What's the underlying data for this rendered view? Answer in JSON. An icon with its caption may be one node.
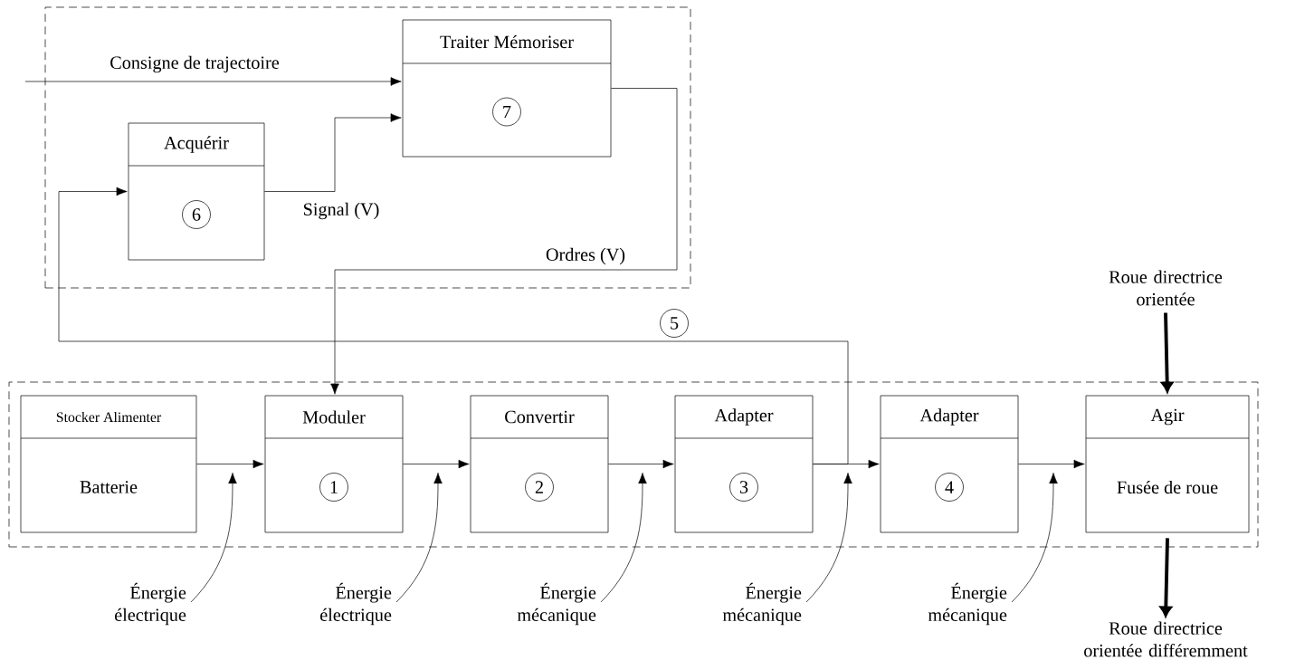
{
  "diagram": {
    "nodes": [
      {
        "text": [],
        "shape": "box"
      },
      {
        "text": [
          "Traiter Mémoriser",
          "7"
        ],
        "in": 0
      },
      {
        "text": [
          "Acquérir",
          "6"
        ],
        "in": 0
      },
      {
        "text": [],
        "shape": "box"
      },
      {
        "text": [
          "Stocker Alimenter",
          "Batterie"
        ],
        "in": 3
      },
      {
        "text": [
          "Moduler",
          "1"
        ],
        "in": 3
      },
      {
        "text": [
          "Convertir",
          "2"
        ],
        "in": 3
      },
      {
        "text": [
          "Adapter",
          "3"
        ],
        "in": 3
      },
      {
        "text": [
          "Adapter",
          "4"
        ],
        "in": 3
      },
      {
        "text": [
          "Agir",
          "Fusée de roue"
        ],
        "in": 3
      },
      {
        "text": [
          "Énergie électrique"
        ]
      },
      {
        "text": [
          "Énergie électrique"
        ]
      },
      {
        "text": [
          "Énergie mécanique"
        ]
      },
      {
        "text": [
          "Énergie mécanique"
        ]
      },
      {
        "text": [
          "Énergie mécanique"
        ]
      },
      {
        "text": [
          "Roue directrice orientée"
        ]
      },
      {
        "text": [
          "Roue directrice orientée différemment"
        ]
      }
    ],
    "edges": [
      {
        "from": null,
        "to": 1,
        "arrow": "to",
        "label": "Consigne de trajectoire"
      },
      {
        "from": 2,
        "to": 1,
        "arrow": "to",
        "label": "Signal (V)"
      },
      {
        "from": 1,
        "to": 5,
        "arrow": "to",
        "label": "Ordres (V)"
      },
      {
        "from": 7,
        "to": 2,
        "arrow": "to"
      },
      {
        "from": 4,
        "to": 5,
        "arrow": "to"
      },
      {
        "from": 5,
        "to": 6,
        "arrow": "to"
      },
      {
        "from": 6,
        "to": 7,
        "arrow": "to"
      },
      {
        "from": 7,
        "to": 8,
        "arrow": "to"
      },
      {
        "from": 8,
        "to": 9,
        "arrow": "to"
      },
      {
        "from": 10,
        "to": null,
        "arrow": "to"
      },
      {
        "from": 11,
        "to": null,
        "arrow": "to"
      },
      {
        "from": 12,
        "to": null,
        "arrow": "to"
      },
      {
        "from": 13,
        "to": null,
        "arrow": "to"
      },
      {
        "from": 14,
        "to": null,
        "arrow": "to"
      },
      {
        "from": 15,
        "to": 9,
        "arrow": "to",
        "style": "thick"
      },
      {
        "from": 9,
        "to": 16,
        "arrow": "to",
        "style": "thick"
      }
    ],
    "labels": [
      "5"
    ]
  }
}
